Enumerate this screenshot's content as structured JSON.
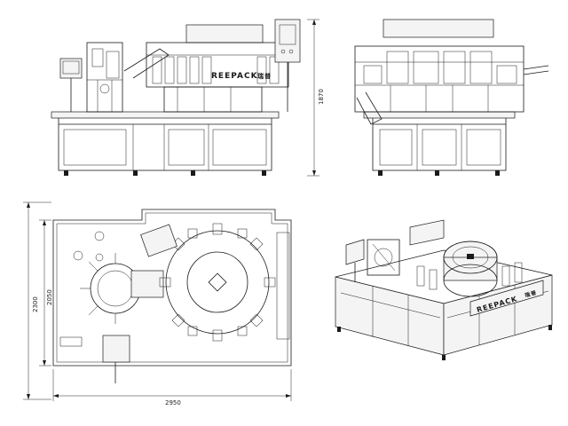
{
  "brand": {
    "name": "REEPACK",
    "suffix": "瑞普"
  },
  "dimensions": {
    "height": "1870",
    "width": "2950",
    "depth_outer": "2300",
    "depth_inner": "2050"
  },
  "views": [
    "front-elevation",
    "side-elevation",
    "top-plan",
    "isometric"
  ]
}
